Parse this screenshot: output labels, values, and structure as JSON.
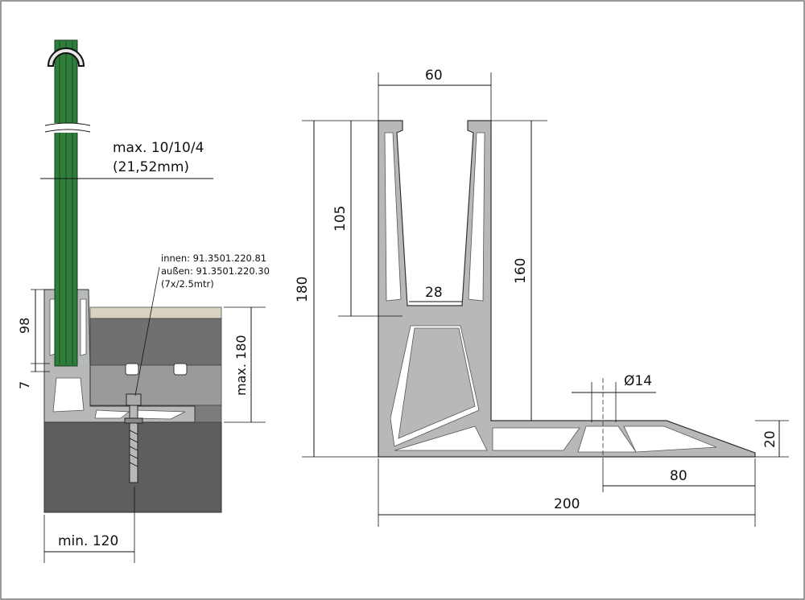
{
  "left_view": {
    "glass_thickness": "max. 10/10/4",
    "glass_thickness_mm": "(21,52mm)",
    "profile_part_inner": "innen: 91.3501.220.81",
    "profile_part_outer": "außen: 91.3501.220.30",
    "profile_part_qty": "(7x/2.5mtr)",
    "dim_98": "98",
    "dim_7": "7",
    "dim_max_180": "max. 180",
    "dim_min_120": "min. 120"
  },
  "right_view": {
    "dim_60": "60",
    "dim_105": "105",
    "dim_180": "180",
    "dim_28": "28",
    "dim_160": "160",
    "dim_hole": "Ø14",
    "dim_20": "20",
    "dim_80": "80",
    "dim_200": "200"
  },
  "colors": {
    "glass": "#2e7d3a",
    "profile": "#b7b9b8",
    "concrete": "#5e5e5e",
    "screed": "#8a8a8a",
    "insulation": "#6e6e6e",
    "floor_finish": "#d8d2c0"
  }
}
